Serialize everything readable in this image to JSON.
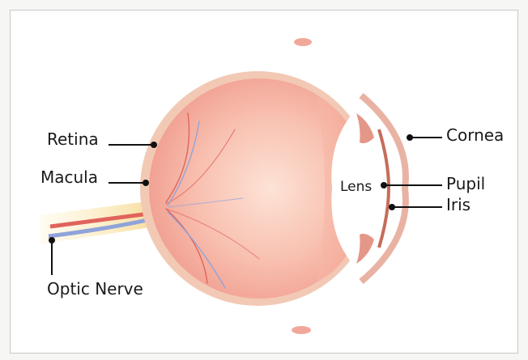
{
  "labels": {
    "retina": "Retina",
    "macula": "Macula",
    "optic_nerve": "Optic Nerve",
    "cornea": "Cornea",
    "lens": "Lens",
    "pupil": "Pupil",
    "iris": "Iris"
  },
  "colors": {
    "frame_border": "#c9c9c9",
    "eyeball": "#f6b3a5",
    "sclera_rim": "#f2c9b5",
    "vessel_red": "#e0645b",
    "vessel_blue": "#8fa3da",
    "nerve_yellow": "#f7e3a7",
    "iris": "#c56d5b",
    "leader_line": "#111111"
  }
}
